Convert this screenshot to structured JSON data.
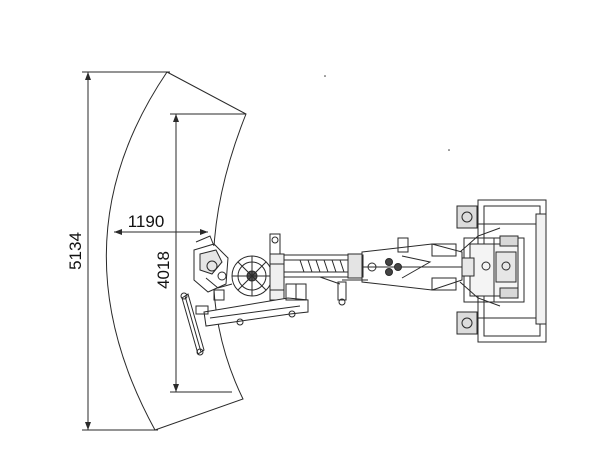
{
  "dimensions": {
    "total_height": "5134",
    "inner_height": "4018",
    "arc_offset": "1190"
  },
  "colors": {
    "line": "#2a2a2a",
    "background": "#ffffff"
  }
}
